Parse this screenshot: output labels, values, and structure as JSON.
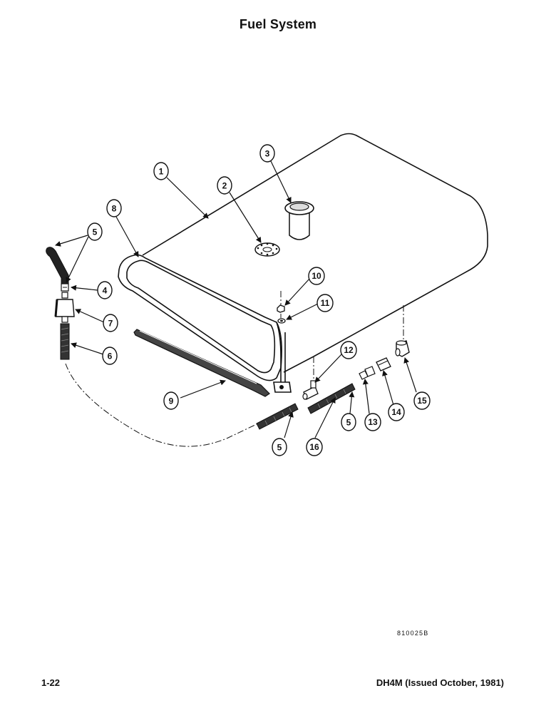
{
  "page": {
    "title": "Fuel System",
    "figure_number": "810025B",
    "page_number": "1-22",
    "document_reference": "DH4M (Issued October, 1981)"
  },
  "callouts": [
    {
      "id": "c1",
      "number": "1"
    },
    {
      "id": "c2",
      "number": "2"
    },
    {
      "id": "c3",
      "number": "3"
    },
    {
      "id": "c4",
      "number": "4"
    },
    {
      "id": "c5a",
      "number": "5"
    },
    {
      "id": "c5b",
      "number": "5"
    },
    {
      "id": "c5c",
      "number": "5"
    },
    {
      "id": "c6",
      "number": "6"
    },
    {
      "id": "c7",
      "number": "7"
    },
    {
      "id": "c8",
      "number": "8"
    },
    {
      "id": "c9",
      "number": "9"
    },
    {
      "id": "c10",
      "number": "10"
    },
    {
      "id": "c11",
      "number": "11"
    },
    {
      "id": "c12",
      "number": "12"
    },
    {
      "id": "c13",
      "number": "13"
    },
    {
      "id": "c14",
      "number": "14"
    },
    {
      "id": "c15",
      "number": "15"
    },
    {
      "id": "c16",
      "number": "16"
    }
  ]
}
